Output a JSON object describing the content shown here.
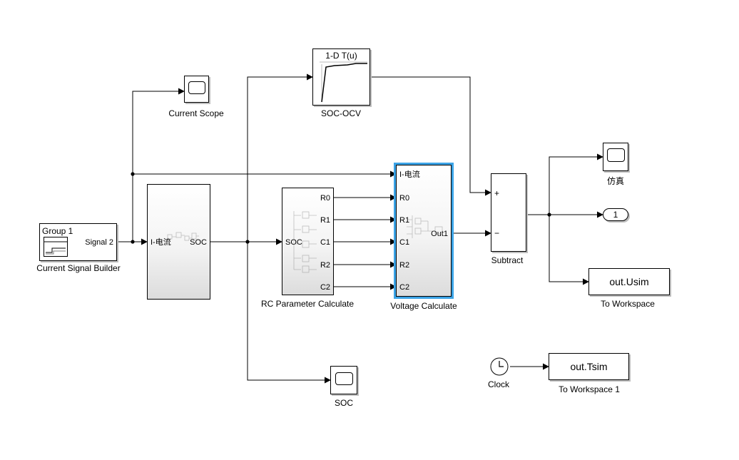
{
  "blocks": {
    "signal_builder": {
      "label": "Current Signal Builder",
      "group": "Group 1",
      "signal": "Signal 2"
    },
    "current_scope": {
      "label": "Current Scope"
    },
    "soc_subsystem": {
      "in_port": "I-电流",
      "out_port": "SOC"
    },
    "lookup": {
      "title": "1-D T(u)",
      "label": "SOC-OCV"
    },
    "rc_param": {
      "label": "RC Parameter Calculate",
      "in_port": "SOC",
      "out_ports": [
        "R0",
        "R1",
        "C1",
        "R2",
        "C2"
      ]
    },
    "voltage_calc": {
      "label": "Voltage Calculate",
      "in_ports": [
        "I-电流",
        "R0",
        "R1",
        "C1",
        "R2",
        "C2"
      ],
      "out_port": "Out1"
    },
    "subtract": {
      "label": "Subtract",
      "plus": "+",
      "minus": "−"
    },
    "sim_scope": {
      "label": "仿真"
    },
    "outport": {
      "value": "1"
    },
    "to_workspace": {
      "value": "out.Usim",
      "label": "To Workspace"
    },
    "soc_scope": {
      "label": "SOC"
    },
    "clock": {
      "label": "Clock"
    },
    "to_workspace1": {
      "value": "out.Tsim",
      "label": "To Workspace 1"
    }
  }
}
